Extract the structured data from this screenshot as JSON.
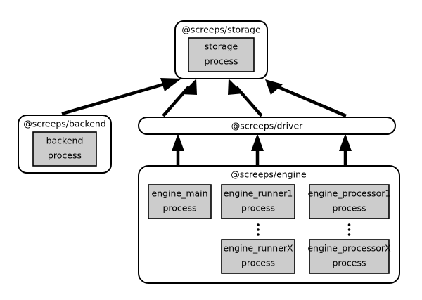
{
  "diagram": {
    "title": "screeps-process-architecture",
    "background_color": "#ffffff",
    "stroke_color": "#000000",
    "process_fill_color": "#cccccc",
    "package_fill_color": "#ffffff"
  },
  "packages": {
    "storage": {
      "label": "@screeps/storage",
      "processes": [
        {
          "line1": "storage",
          "line2": "process"
        }
      ]
    },
    "backend": {
      "label": "@screeps/backend",
      "processes": [
        {
          "line1": "backend",
          "line2": "process"
        }
      ]
    },
    "driver": {
      "label": "@screeps/driver",
      "processes": []
    },
    "engine": {
      "label": "@screeps/engine",
      "processes": [
        {
          "line1": "engine_main",
          "line2": "process"
        },
        {
          "line1": "engine_runner1",
          "line2": "process"
        },
        {
          "line1": "engine_processor1",
          "line2": "process"
        },
        {
          "line1": "engine_runnerX",
          "line2": "process"
        },
        {
          "line1": "engine_processorX",
          "line2": "process"
        }
      ],
      "ellipsis_glyph": "vertical-ellipsis"
    }
  },
  "connections": [
    {
      "from": "@screeps/backend",
      "to": "@screeps/storage",
      "style": "solid-arrow"
    },
    {
      "from": "@screeps/driver",
      "to": "@screeps/storage",
      "style": "solid-arrow"
    },
    {
      "from": "@screeps/driver",
      "to": "@screeps/storage",
      "style": "solid-arrow"
    },
    {
      "from": "@screeps/driver",
      "to": "@screeps/storage",
      "style": "solid-arrow"
    },
    {
      "from": "@screeps/engine",
      "to": "@screeps/driver",
      "style": "solid-arrow"
    },
    {
      "from": "@screeps/engine",
      "to": "@screeps/driver",
      "style": "solid-arrow"
    },
    {
      "from": "@screeps/engine",
      "to": "@screeps/driver",
      "style": "solid-arrow"
    }
  ]
}
